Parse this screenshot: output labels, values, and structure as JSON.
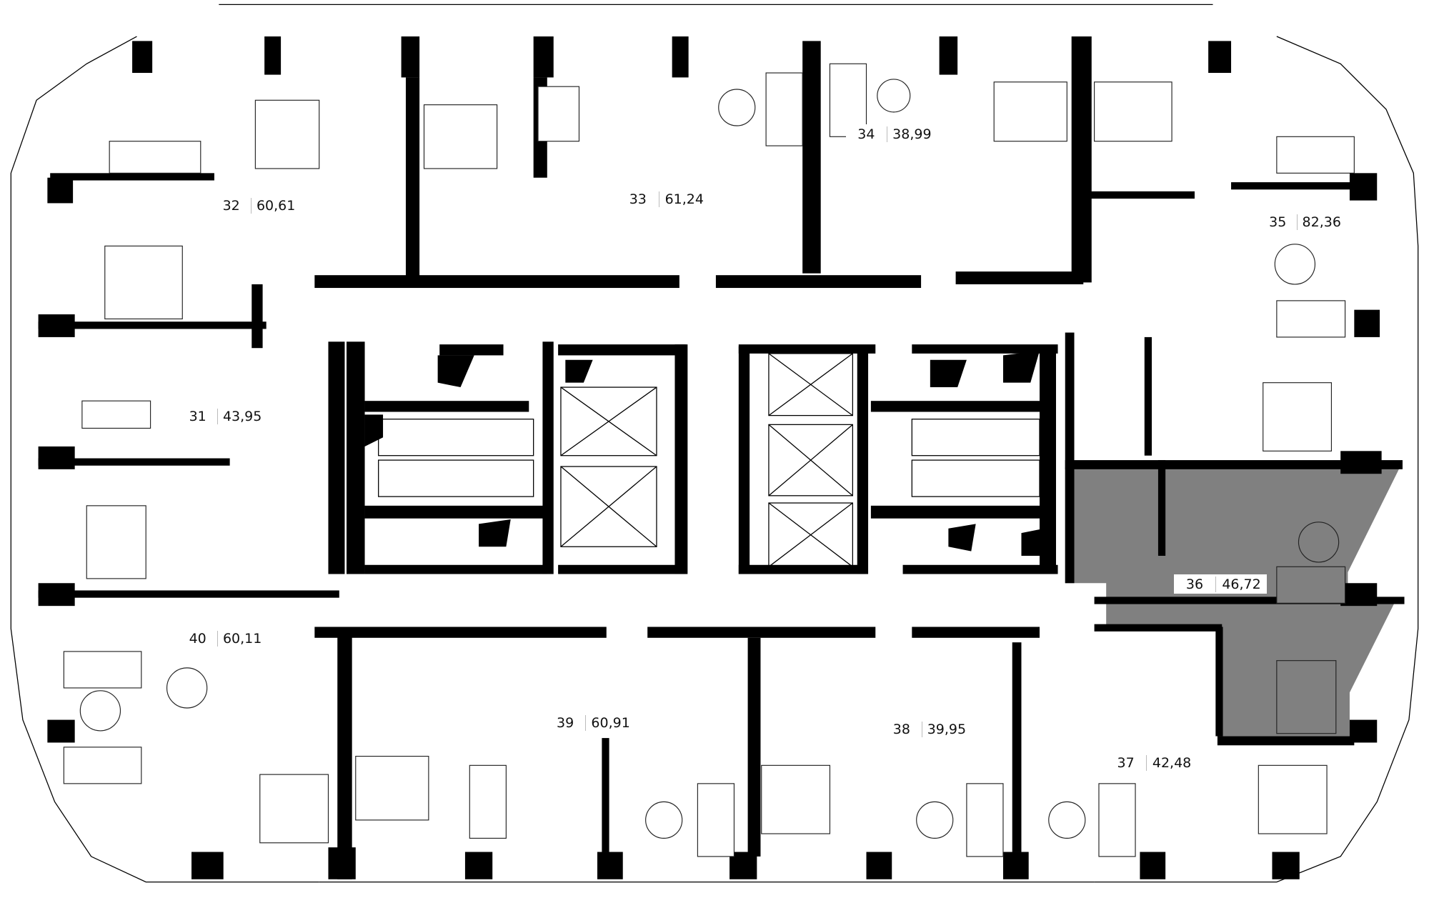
{
  "floor_plan": {
    "highlighted_unit": "36",
    "highlight_color": "#808080",
    "units": [
      {
        "number": "31",
        "area": "43,95"
      },
      {
        "number": "32",
        "area": "60,61"
      },
      {
        "number": "33",
        "area": "61,24"
      },
      {
        "number": "34",
        "area": "38,99"
      },
      {
        "number": "35",
        "area": "82,36"
      },
      {
        "number": "36",
        "area": "46,72"
      },
      {
        "number": "37",
        "area": "42,48"
      },
      {
        "number": "38",
        "area": "39,95"
      },
      {
        "number": "39",
        "area": "60,91"
      },
      {
        "number": "40",
        "area": "60,11"
      }
    ]
  }
}
